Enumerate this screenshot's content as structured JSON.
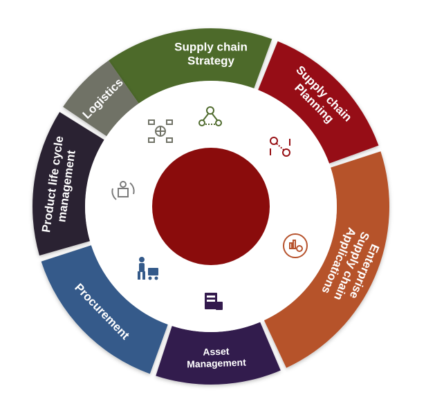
{
  "segments": [
    {
      "id": "supply-chain-strategy",
      "lines": [
        "Supply chain",
        "Strategy"
      ],
      "color": "#4e6a2c",
      "icon": "network-gears-icon"
    },
    {
      "id": "supply-chain-planning",
      "lines": [
        "Supply chain",
        "Planning"
      ],
      "color": "#960e12",
      "icon": "gears-connected-icon"
    },
    {
      "id": "enterprise-applications",
      "lines": [
        "Enterprise",
        "Supply chain",
        "Applications"
      ],
      "color": "#b6522c",
      "icon": "chart-gear-cycle-icon"
    },
    {
      "id": "asset-management",
      "lines": [
        "Asset",
        "Management"
      ],
      "color": "#331a4d",
      "icon": "asset-tools-icon"
    },
    {
      "id": "procurement",
      "lines": [
        "Procurement"
      ],
      "color": "#345a8a",
      "icon": "cart-person-icon"
    },
    {
      "id": "product-life-cycle",
      "lines": [
        "Product life cycle",
        "management"
      ],
      "color": "#2c2230",
      "icon": "box-cycle-icon"
    },
    {
      "id": "logistics",
      "lines": [
        "Logistics"
      ],
      "color": "#707266",
      "icon": "global-logistics-icon"
    }
  ],
  "center_color": "#8a0c0c"
}
